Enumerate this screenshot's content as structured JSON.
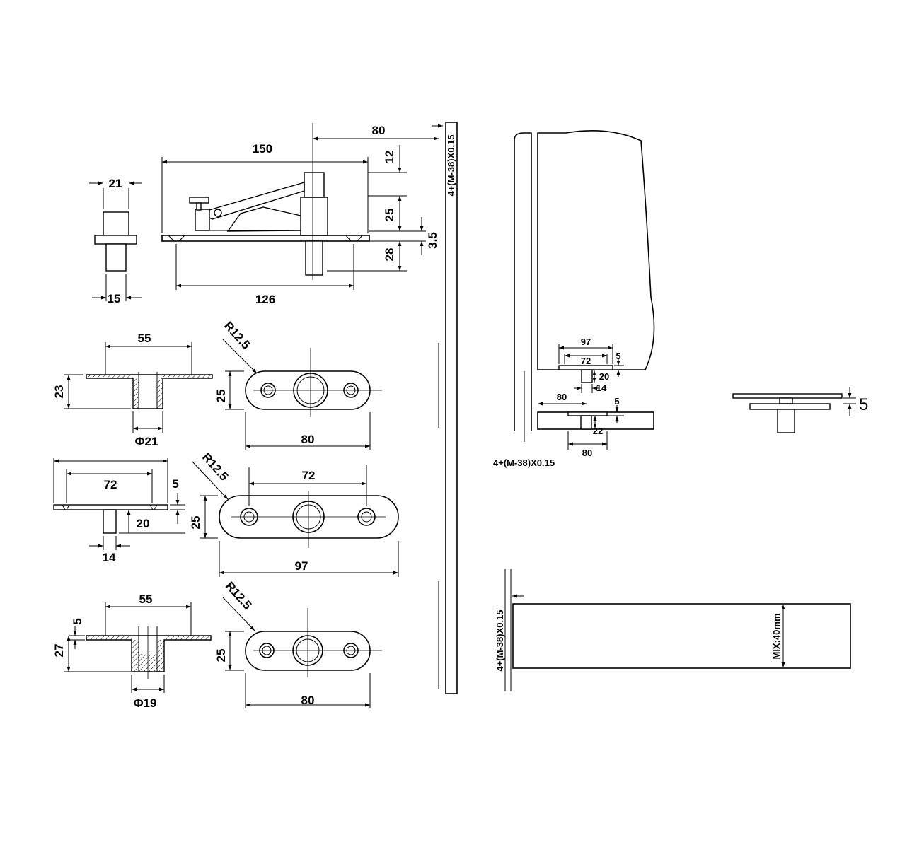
{
  "labels": {
    "pivot": {
      "d_150": "150",
      "d_80": "80",
      "d_12": "12",
      "d_25": "25",
      "d_3_5": "3.5",
      "d_28": "28",
      "d_126": "126",
      "glass_note": "4+(M-38)X0.15"
    },
    "pin": {
      "d_21": "21",
      "d_15": "15"
    },
    "socket_a": {
      "d_55": "55",
      "d_23": "23",
      "d_phi21": "Φ21",
      "d_r12_5": "R12.5",
      "d_25": "25",
      "d_80": "80"
    },
    "socket_b": {
      "d_72": "72",
      "d_5": "5",
      "d_20": "20",
      "d_14": "14",
      "d_r12_5": "R12.5",
      "d_72_plate": "72",
      "d_25": "25",
      "d_97": "97"
    },
    "socket_c": {
      "d_55": "55",
      "d_5": "5",
      "d_27": "27",
      "d_phi19": "Φ19",
      "d_r12_5": "R12.5",
      "d_25": "25",
      "d_80": "80"
    },
    "door": {
      "d_97": "97",
      "d_72": "72",
      "d_5_top": "5",
      "d_20": "20",
      "d_14": "14",
      "d_80_left": "80",
      "d_5_mid": "5",
      "d_22": "22",
      "d_80_bottom": "80",
      "glass_note": "4+(M-38)X0.15"
    },
    "side": {
      "d_5": "5"
    },
    "frame": {
      "glass_note": "4+(M-38)X0.15",
      "mix_note": "MIX:40mm"
    }
  },
  "colors": {
    "line": "#000000",
    "background": "#ffffff"
  }
}
